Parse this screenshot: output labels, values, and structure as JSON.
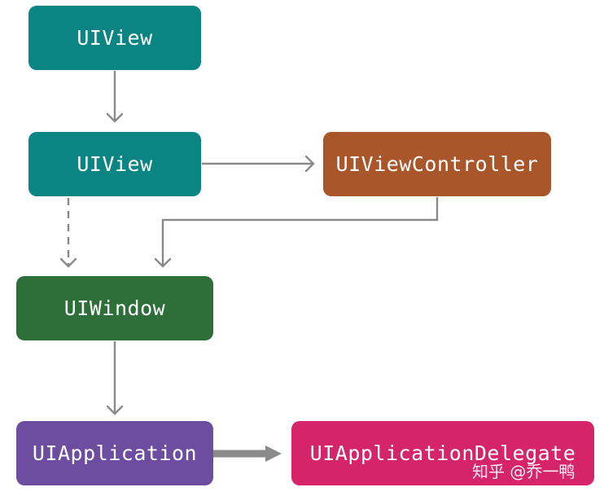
{
  "nodes": {
    "uiview_top": {
      "label": "UIView"
    },
    "uiview_mid": {
      "label": "UIView"
    },
    "uiviewcontroller": {
      "label": "UIViewController"
    },
    "uiwindow": {
      "label": "UIWindow"
    },
    "uiapplication": {
      "label": "UIApplication"
    },
    "uiappdelegate": {
      "label": "UIApplicationDelegate"
    }
  },
  "colors": {
    "teal": "#0a8583",
    "orange": "#a9562a",
    "green": "#2e6f39",
    "purple": "#6c4da0",
    "magenta": "#d5246a",
    "arrow": "#8a8a8a"
  },
  "watermark": "知乎 @乔一鸭"
}
